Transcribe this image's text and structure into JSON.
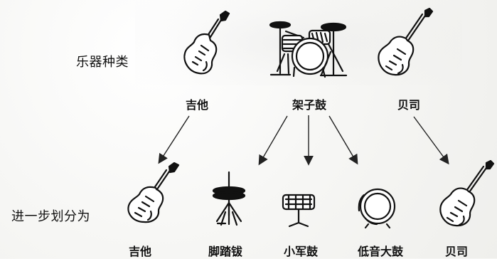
{
  "diagram": {
    "top_row_label": "乐器种类",
    "bottom_row_label": "进一步划分为",
    "top_items": [
      {
        "label": "吉他",
        "icon": "electric-guitar-icon"
      },
      {
        "label": "架子鼓",
        "icon": "drum-kit-icon"
      },
      {
        "label": "贝司",
        "icon": "bass-guitar-icon"
      }
    ],
    "bottom_items": [
      {
        "label": "吉他",
        "icon": "electric-guitar-icon"
      },
      {
        "label": "脚踏钹",
        "icon": "hi-hat-icon"
      },
      {
        "label": "小军鼓",
        "icon": "snare-drum-icon"
      },
      {
        "label": "低音大鼓",
        "icon": "bass-drum-icon"
      },
      {
        "label": "贝司",
        "icon": "bass-guitar-icon"
      }
    ]
  }
}
